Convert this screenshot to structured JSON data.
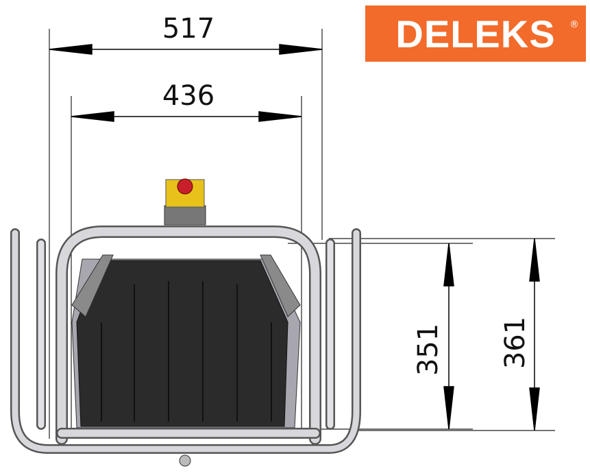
{
  "logo": {
    "text": "DELEKS",
    "mark": "®",
    "color": "#f26b2a"
  },
  "dimensions": {
    "overall_width": "517",
    "inner_width": "436",
    "inner_height": "351",
    "overall_height": "361"
  },
  "colors": {
    "body": "#2b2b2b",
    "frame": "#cfcfd2",
    "switch_box": "#e8c21a",
    "stop_button": "#c8202a"
  }
}
